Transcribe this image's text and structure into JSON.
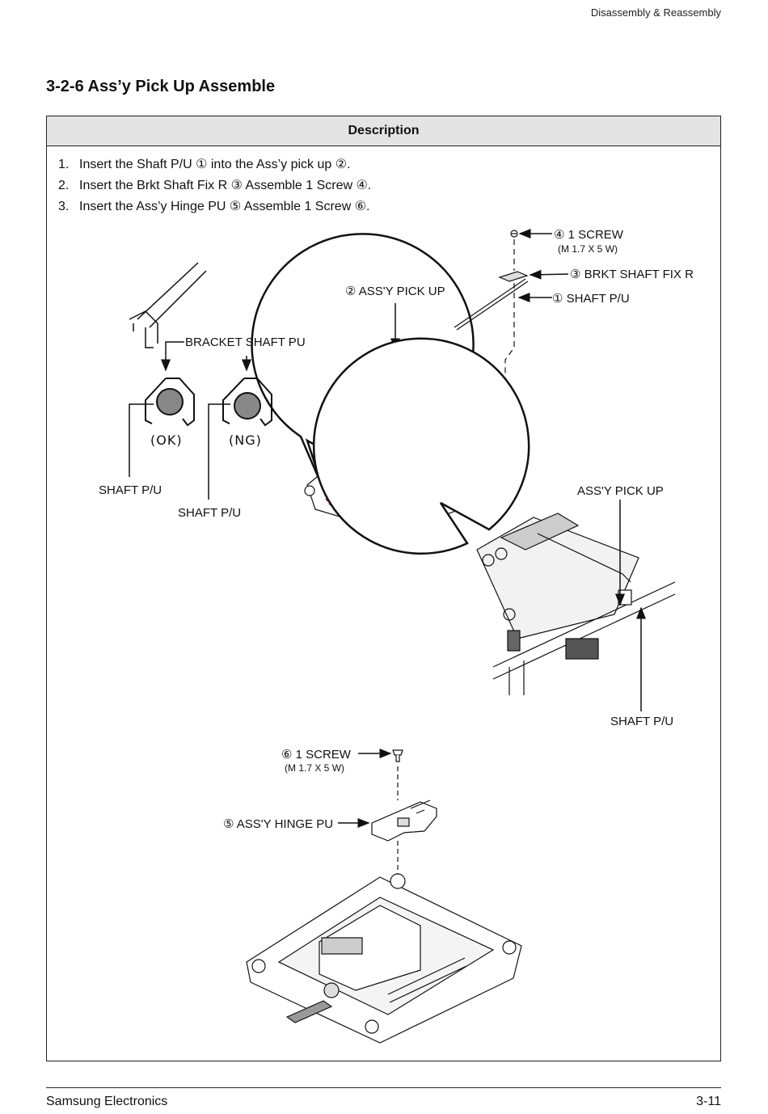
{
  "header": {
    "section": "Disassembly & Reassembly"
  },
  "title": "3-2-6  Ass’y Pick Up Assemble",
  "description_header": "Description",
  "steps": [
    {
      "num": "1.",
      "text": "Insert the Shaft P/U ① into the Ass’y pick up ②."
    },
    {
      "num": "2.",
      "text": "Insert the Brkt Shaft Fix R ③ Assemble 1 Screw ④."
    },
    {
      "num": "3.",
      "text": "Insert the Ass’y Hinge PU ⑤ Assemble 1 Screw ⑥."
    }
  ],
  "figure_labels": {
    "screw_top": "④ 1 SCREW",
    "screw_top_spec": "(M 1.7 X 5 W)",
    "brkt_shaft_fix": "③ BRKT SHAFT FIX R",
    "shaft_pu_1": "① SHAFT P/U",
    "assy_pick_up_2": "② ASS'Y PICK UP",
    "bracket_shaft_pu": "BRACKET SHAFT PU",
    "ok": "(OK)",
    "ng": "(NG)",
    "shaft_pu_left": "SHAFT P/U",
    "shaft_pu_mid": "SHAFT P/U",
    "assy_pick_up_right": "ASS'Y PICK UP",
    "shaft_pu_right": "SHAFT P/U",
    "screw_bottom": "⑥ 1 SCREW",
    "screw_bottom_spec": "(M 1.7 X 5 W)",
    "assy_hinge_pu": "⑤ ASS'Y HINGE PU"
  },
  "footer": {
    "company": "Samsung Electronics",
    "page": "3-11"
  }
}
